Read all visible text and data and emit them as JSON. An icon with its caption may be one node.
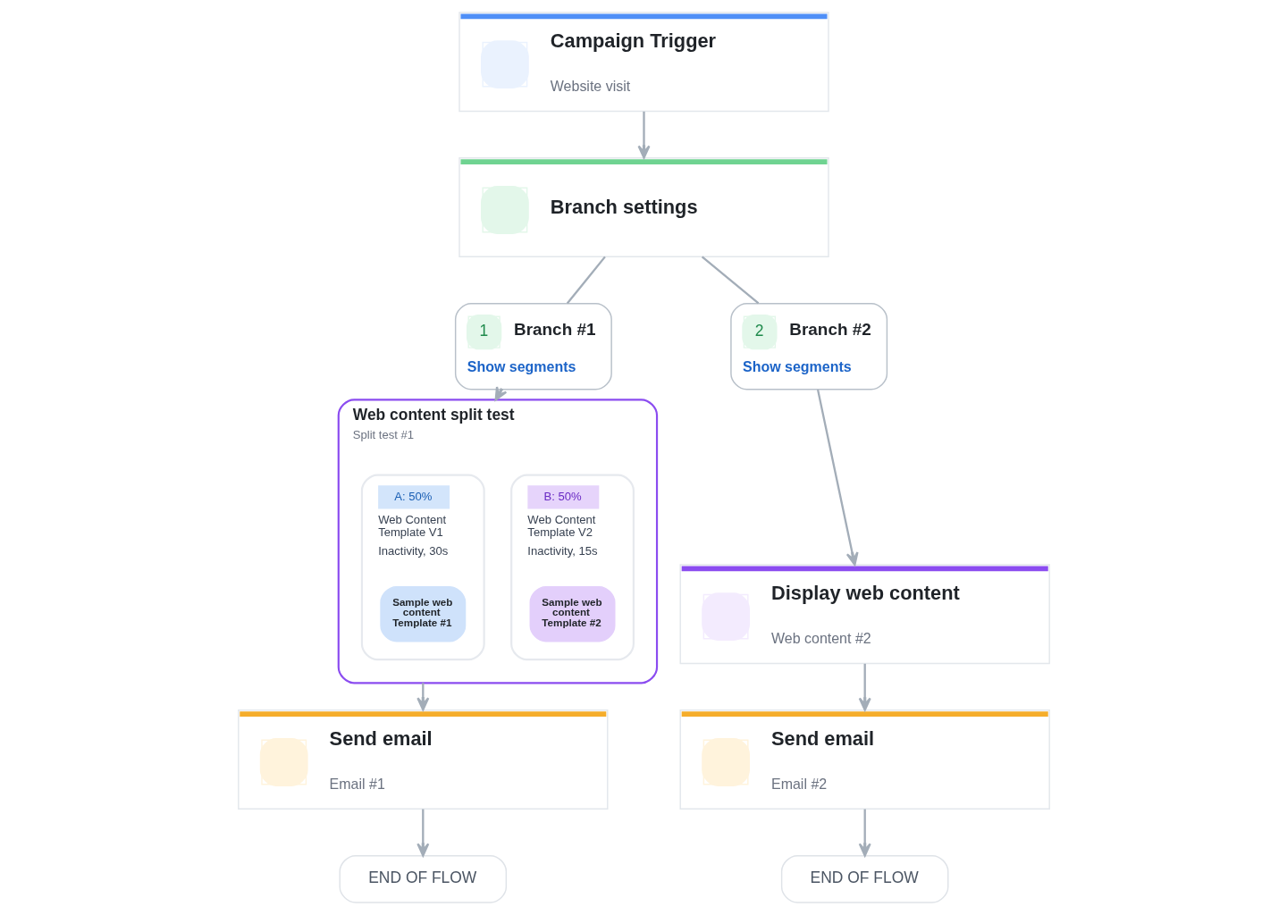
{
  "diagram": {
    "nodes": [
      {
        "text": [
          "Campaign Trigger",
          "Website visit"
        ]
      },
      {
        "text": [
          "Branch settings"
        ]
      },
      {
        "text": [
          "1",
          "Branch #1",
          "Show segments"
        ]
      },
      {
        "text": [
          "2",
          "Branch #2",
          "Show segments"
        ]
      },
      {
        "text": [
          "Web content split test",
          "Split test #1"
        ]
      },
      {
        "text": [
          "A: 50%",
          "Web Content Template V1",
          "Inactivity, 30s"
        ],
        "in": 4
      },
      {
        "text": [
          "Sample web content Template #1"
        ],
        "in": 5
      },
      {
        "text": [
          "B: 50%",
          "Web Content Template V2",
          "Inactivity, 15s"
        ],
        "in": 4
      },
      {
        "text": [
          "Sample web content Template #2"
        ],
        "in": 7
      },
      {
        "text": [
          "Display web content",
          "Web content #2"
        ]
      },
      {
        "text": [
          "Send email",
          "Email #2"
        ]
      },
      {
        "text": [
          "Send email",
          "Email #1"
        ]
      },
      {
        "text": [
          "END OF FLOW"
        ]
      },
      {
        "text": [
          "END OF FLOW"
        ]
      }
    ],
    "edges": [
      {
        "from": 0,
        "to": 1,
        "arrow": "to"
      },
      {
        "from": 1,
        "to": 2,
        "arrow": "none"
      },
      {
        "from": 1,
        "to": 3,
        "arrow": "none"
      },
      {
        "from": 2,
        "to": 4,
        "arrow": "to"
      },
      {
        "from": 3,
        "to": 9,
        "arrow": "to"
      },
      {
        "from": 4,
        "to": 11,
        "arrow": "to"
      },
      {
        "from": 9,
        "to": 10,
        "arrow": "to"
      },
      {
        "from": 10,
        "to": 12,
        "arrow": "to"
      },
      {
        "from": 11,
        "to": 13,
        "arrow": "to"
      }
    ]
  }
}
